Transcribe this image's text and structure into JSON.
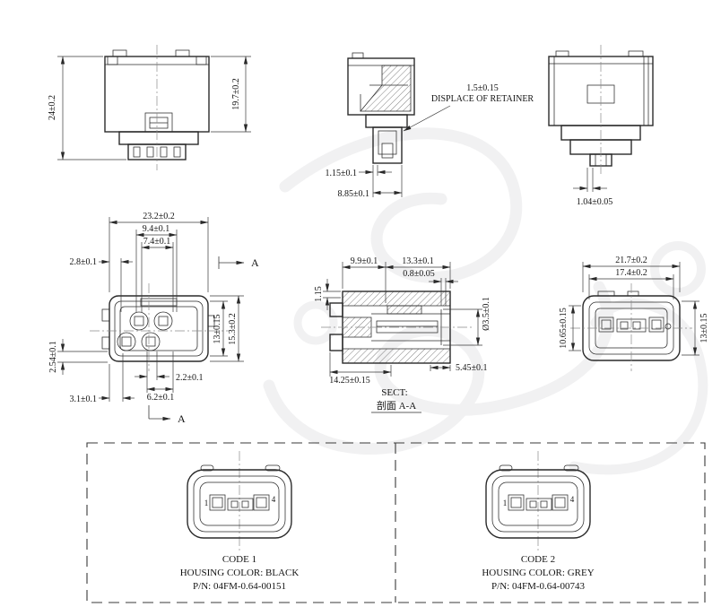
{
  "palette": {
    "line": "#2a2a2a",
    "dim_text": "#141414",
    "watermark": "#e6e6e8",
    "background": "#ffffff"
  },
  "views": {
    "top_left": {
      "dim_overall_height": "24±0.2",
      "dim_body_height": "19.7±0.2"
    },
    "top_middle": {
      "note_value": "1.5±0.15",
      "note_label": "DISPLACE OF RETAINER",
      "dim_wall": "1.15±0.1",
      "dim_retainer_width": "8.85±0.1"
    },
    "top_right": {
      "dim_rib": "1.04±0.05"
    },
    "front": {
      "dim_overall_width": "23.2±0.2",
      "dim_pitch_outer": "9.4±0.1",
      "dim_pitch_inner": "7.4±0.1",
      "dim_offset_left": "2.8±0.1",
      "dim_cavity_height": "13±0.15",
      "dim_overall_height": "15.3±0.2",
      "dim_bottom_small": "2.2±0.1",
      "dim_bottom_mid": "6.2±0.1",
      "dim_left_small": "2.54±0.1",
      "dim_bottom_left": "3.1±0.1",
      "section_label_top": "A",
      "section_label_bottom": "A"
    },
    "section": {
      "dim_top_left": "9.9±0.1",
      "dim_top_right": "13.3±0.1",
      "dim_small": "0.8±0.05",
      "dim_left_small": "1.15",
      "dim_hole": "Ø3.5±0.1",
      "dim_bottom": "14.25±0.15",
      "dim_bottom_right": "5.45±0.1",
      "caption_en": "SECT:",
      "caption_cn": "剖面 A-A"
    },
    "rear": {
      "dim_overall_width": "21.7±0.2",
      "dim_inner_width": "17.4±0.2",
      "dim_left_height": "10.65±0.15",
      "dim_right_height": "13±0.15"
    }
  },
  "code_panel": {
    "left": {
      "pin_first": "1",
      "pin_last": "4",
      "code": "CODE 1",
      "housing_color": "HOUSING COLOR: BLACK",
      "part_number": "P/N: 04FM-0.64-00151"
    },
    "right": {
      "pin_first": "1",
      "pin_last": "4",
      "code": "CODE 2",
      "housing_color": "HOUSING COLOR: GREY",
      "part_number": "P/N: 04FM-0.64-00743"
    }
  }
}
